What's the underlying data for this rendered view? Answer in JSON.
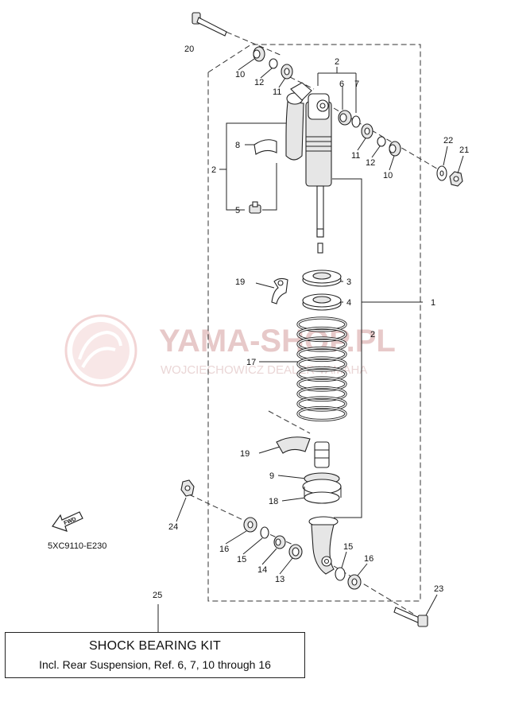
{
  "watermark": {
    "title": "YAMA-SHOP.PL",
    "subtitle": "WOJCIECHOWICZ DEALER YAMAHA"
  },
  "diagram_code": "5XC9110-E230",
  "fwd_label": "FWD",
  "callouts": {
    "c1": "1",
    "c2_top": "2",
    "c2_left": "2",
    "c2_mid": "2",
    "c3": "3",
    "c4": "4",
    "c5": "5",
    "c6": "6",
    "c7": "7",
    "c8": "8",
    "c9": "9",
    "c10_left": "10",
    "c10_right": "10",
    "c11_left": "11",
    "c11_right": "11",
    "c12_left": "12",
    "c12_right": "12",
    "c13": "13",
    "c14": "14",
    "c15_left": "15",
    "c15_right": "15",
    "c16_left": "16",
    "c16_right": "16",
    "c17": "17",
    "c18": "18",
    "c19_top": "19",
    "c19_bottom": "19",
    "c20": "20",
    "c21": "21",
    "c22": "22",
    "c23": "23",
    "c24": "24",
    "c25": "25"
  },
  "kit": {
    "title": "SHOCK BEARING KIT",
    "subtitle": "Incl. Rear Suspension, Ref. 6, 7, 10 through 16"
  }
}
